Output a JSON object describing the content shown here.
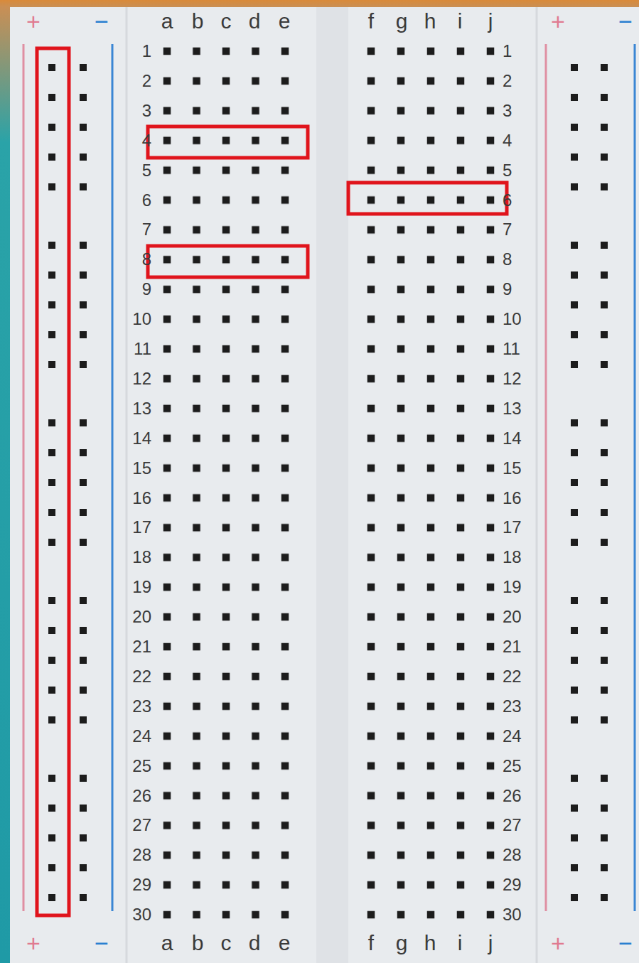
{
  "diagram": {
    "labels": [
      "+",
      "−",
      "a",
      "b",
      "c",
      "d",
      "e",
      "f",
      "g",
      "h",
      "i",
      "j",
      "+",
      "−",
      "1",
      "1",
      "2",
      "2",
      "3",
      "3",
      "4",
      "4",
      "5",
      "5",
      "6",
      "6",
      "7",
      "7",
      "8",
      "8",
      "9",
      "9",
      "10",
      "10",
      "11",
      "11",
      "12",
      "12",
      "13",
      "13",
      "14",
      "14",
      "15",
      "15",
      "16",
      "16",
      "17",
      "17",
      "18",
      "18",
      "19",
      "19",
      "20",
      "20",
      "21",
      "21",
      "22",
      "22",
      "23",
      "23",
      "24",
      "24",
      "25",
      "25",
      "26",
      "26",
      "27",
      "27",
      "28",
      "28",
      "29",
      "29",
      "30",
      "30",
      "+",
      "−",
      "a",
      "b",
      "c",
      "d",
      "e",
      "f",
      "g",
      "h",
      "i",
      "j",
      "+",
      "−"
    ]
  }
}
